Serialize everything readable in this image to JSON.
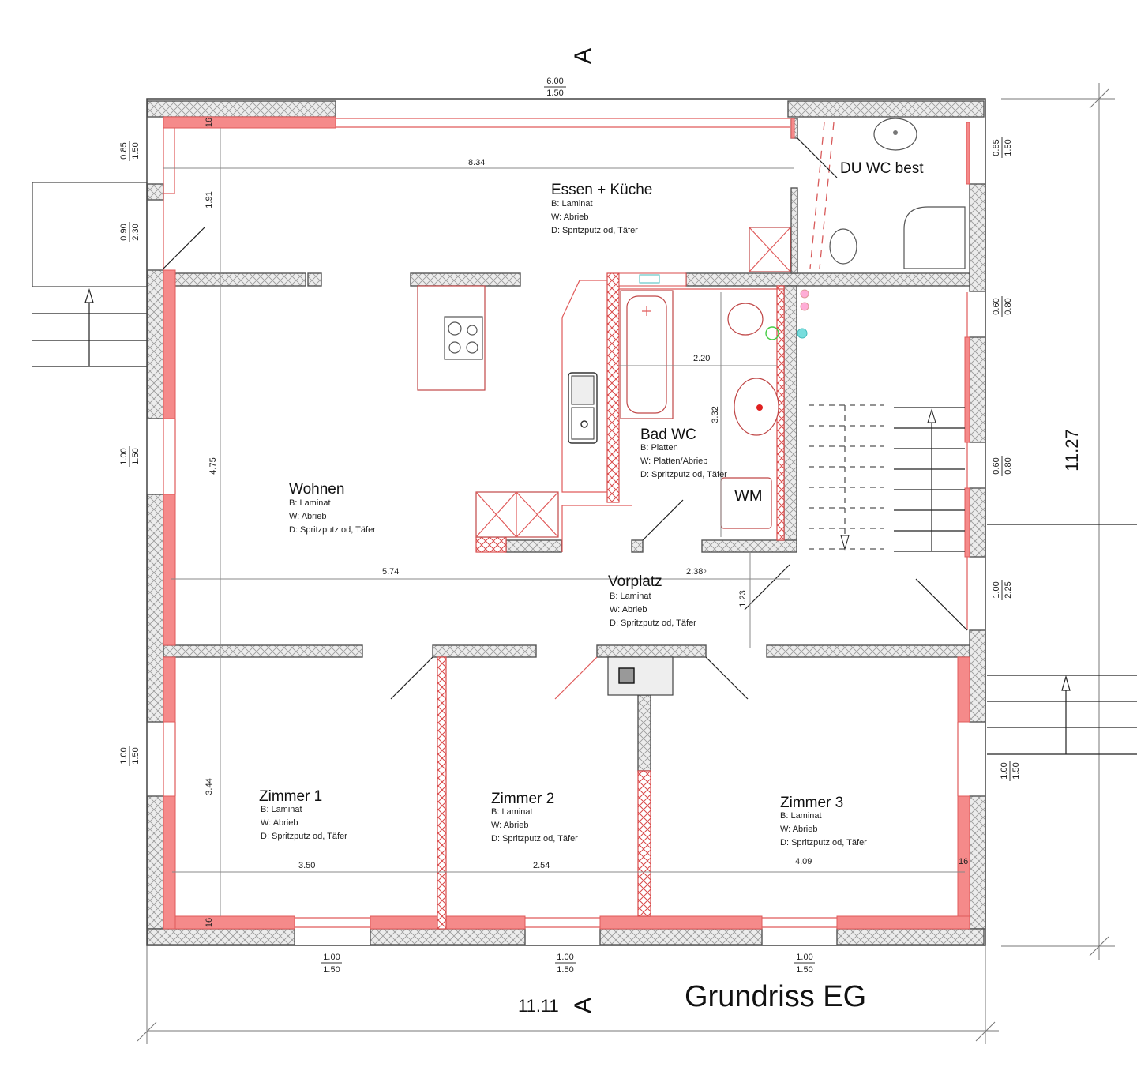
{
  "drawing": {
    "title": "Grundriss EG",
    "section_marker": "A",
    "total_width": "11.11",
    "total_height": "11.27"
  },
  "rooms": [
    {
      "name": "Essen + Küche",
      "floor": "B: Laminat",
      "walls": "W: Abrieb",
      "ceiling": "D: Spritzputz od, Täfer"
    },
    {
      "name": "Wohnen",
      "floor": "B: Laminat",
      "walls": "W: Abrieb",
      "ceiling": "D: Spritzputz od, Täfer"
    },
    {
      "name": "Bad WC",
      "floor": "B: Platten",
      "walls": "W: Platten/Abrieb",
      "ceiling": "D: Spritzputz od, Täfer"
    },
    {
      "name": "Vorplatz",
      "floor": "B: Laminat",
      "walls": "W: Abrieb",
      "ceiling": "D: Spritzputz od, Täfer"
    },
    {
      "name": "Zimmer 1",
      "floor": "B: Laminat",
      "walls": "W: Abrieb",
      "ceiling": "D: Spritzputz od, Täfer"
    },
    {
      "name": "Zimmer 2",
      "floor": "B: Laminat",
      "walls": "W: Abrieb",
      "ceiling": "D: Spritzputz od, Täfer"
    },
    {
      "name": "Zimmer 3",
      "floor": "B: Laminat",
      "walls": "W: Abrieb",
      "ceiling": "D: Spritzputz od, Täfer"
    }
  ],
  "labels": {
    "du_wc": "DU WC best",
    "wm": "WM"
  },
  "dimensions": {
    "d_834": "8.34",
    "d_574": "5.74",
    "d_238": "2.38⁵",
    "d_220": "2.20",
    "d_332": "3.32",
    "d_123": "1.23",
    "d_191": "1.91",
    "d_475": "4.75",
    "d_344": "3.44",
    "d_350": "3.50",
    "d_254": "2.54",
    "d_409": "4.09",
    "d_16a": "16",
    "d_16b": "16",
    "d_16c": "16"
  },
  "openings": {
    "top": {
      "w": "6.00",
      "h": "1.50"
    },
    "left_1": {
      "w": "0.85",
      "h": "1.50"
    },
    "left_2": {
      "w": "0.90",
      "h": "2.30"
    },
    "left_3": {
      "w": "1.00",
      "h": "1.50"
    },
    "left_4": {
      "w": "1.00",
      "h": "1.50"
    },
    "right_1": {
      "w": "0.85",
      "h": "1.50"
    },
    "right_2": {
      "w": "0.60",
      "h": "0.80"
    },
    "right_3": {
      "w": "0.60",
      "h": "0.80"
    },
    "right_4": {
      "w": "1.00",
      "h": "2.25"
    },
    "right_5": {
      "w": "1.00",
      "h": "1.50"
    },
    "bottom_1": {
      "w": "1.00",
      "h": "1.50"
    },
    "bottom_2": {
      "w": "1.00",
      "h": "1.50"
    },
    "bottom_3": {
      "w": "1.00",
      "h": "1.50"
    }
  },
  "colors": {
    "new_wall": "#f58a8a",
    "existing_wall": "#e8e8e8",
    "line": "#555555"
  }
}
